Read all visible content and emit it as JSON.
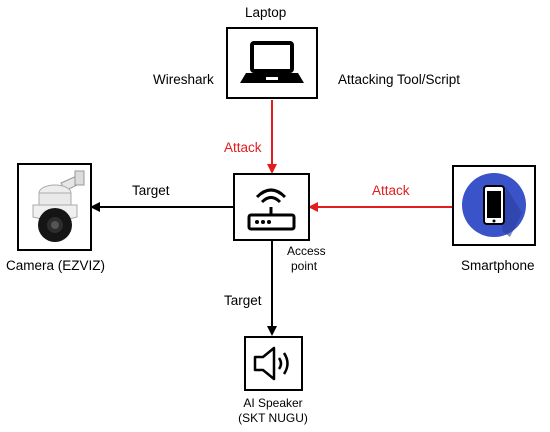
{
  "nodes": {
    "laptop": {
      "title": "Laptop",
      "left_label": "Wireshark",
      "right_label": "Attacking Tool/Script",
      "icon": "laptop-icon"
    },
    "router": {
      "label_line1": "Access",
      "label_line2": "point",
      "icon": "wifi-router-icon"
    },
    "camera": {
      "label": "Camera (EZVIZ)",
      "icon": "ptz-camera-icon"
    },
    "smartphone": {
      "label": "Smartphone",
      "icon": "smartphone-icon"
    },
    "speaker": {
      "label_line1": "AI Speaker",
      "label_line2": "(SKT NUGU)",
      "icon": "speaker-icon"
    }
  },
  "edges": {
    "laptop_to_router": {
      "label": "Attack",
      "color": "#e31d1d"
    },
    "phone_to_router": {
      "label": "Attack",
      "color": "#e31d1d"
    },
    "router_to_camera": {
      "label": "Target",
      "color": "#000000"
    },
    "router_to_speaker": {
      "label": "Target",
      "color": "#000000"
    }
  },
  "colors": {
    "attack": "#e31d1d",
    "target": "#000000",
    "phone_circle": "#3a53c8"
  }
}
